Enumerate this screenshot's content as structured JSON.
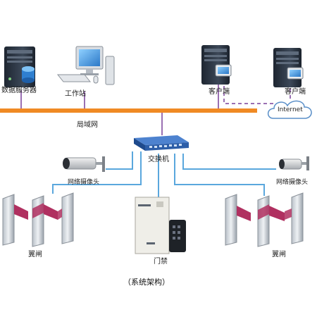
{
  "labels": {
    "db_server": "数据服务器",
    "workstation": "工作站",
    "client_1": "客户端",
    "client_2": "客户端",
    "internet": "Internet",
    "lan": "局域网",
    "switch": "交换机",
    "camera_left": "网络摄像头",
    "camera_right": "网络摄像头",
    "gate_left": "翼闸",
    "gate_right": "翼闸",
    "access_control": "门禁",
    "caption": "（系统架构）"
  },
  "colors": {
    "lan_bus": "#f08a24",
    "wire_blue": "#5aa7dd",
    "wire_purple": "#9a6fb3",
    "wing": "#b03060",
    "server_dark": "#2f3a4a",
    "switch_blue": "#2d5ea8"
  }
}
